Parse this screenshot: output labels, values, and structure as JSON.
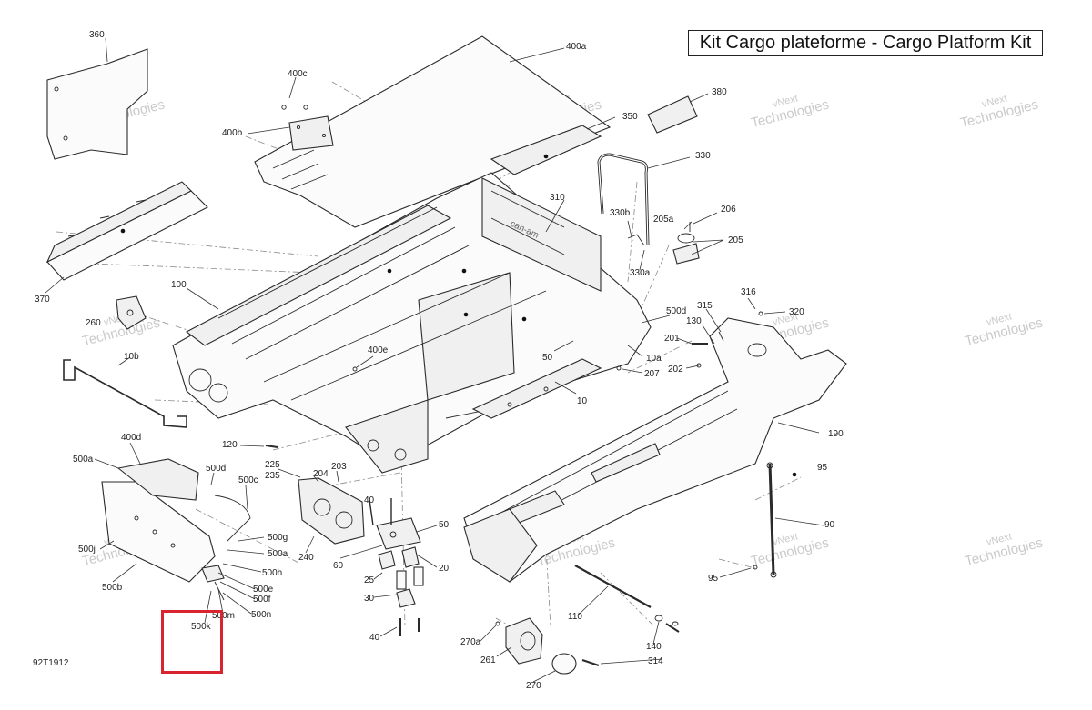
{
  "title": "Kit Cargo plateforme - Cargo Platform Kit",
  "diagram_id": "92T1912",
  "watermark": {
    "line1": "vNext",
    "line2": "Technologies"
  },
  "highlight_color": "#d9232e",
  "callouts": [
    "360",
    "400a",
    "400c",
    "400b",
    "380",
    "350",
    "330",
    "330b",
    "330a",
    "310",
    "205a",
    "206",
    "205",
    "370",
    "100",
    "260",
    "10b",
    "400e",
    "500d",
    "315",
    "316",
    "320",
    "130",
    "201",
    "202",
    "10a",
    "207",
    "50",
    "10",
    "190",
    "120",
    "400d",
    "500a",
    "500d",
    "500c",
    "225",
    "235",
    "204",
    "203",
    "240",
    "40",
    "50",
    "500g",
    "500a",
    "500j",
    "500b",
    "500h",
    "500e",
    "500f",
    "500m",
    "500n",
    "500k",
    "60",
    "25",
    "20",
    "30",
    "95",
    "90",
    "95",
    "110",
    "140",
    "270a",
    "261",
    "270",
    "314",
    "40"
  ]
}
